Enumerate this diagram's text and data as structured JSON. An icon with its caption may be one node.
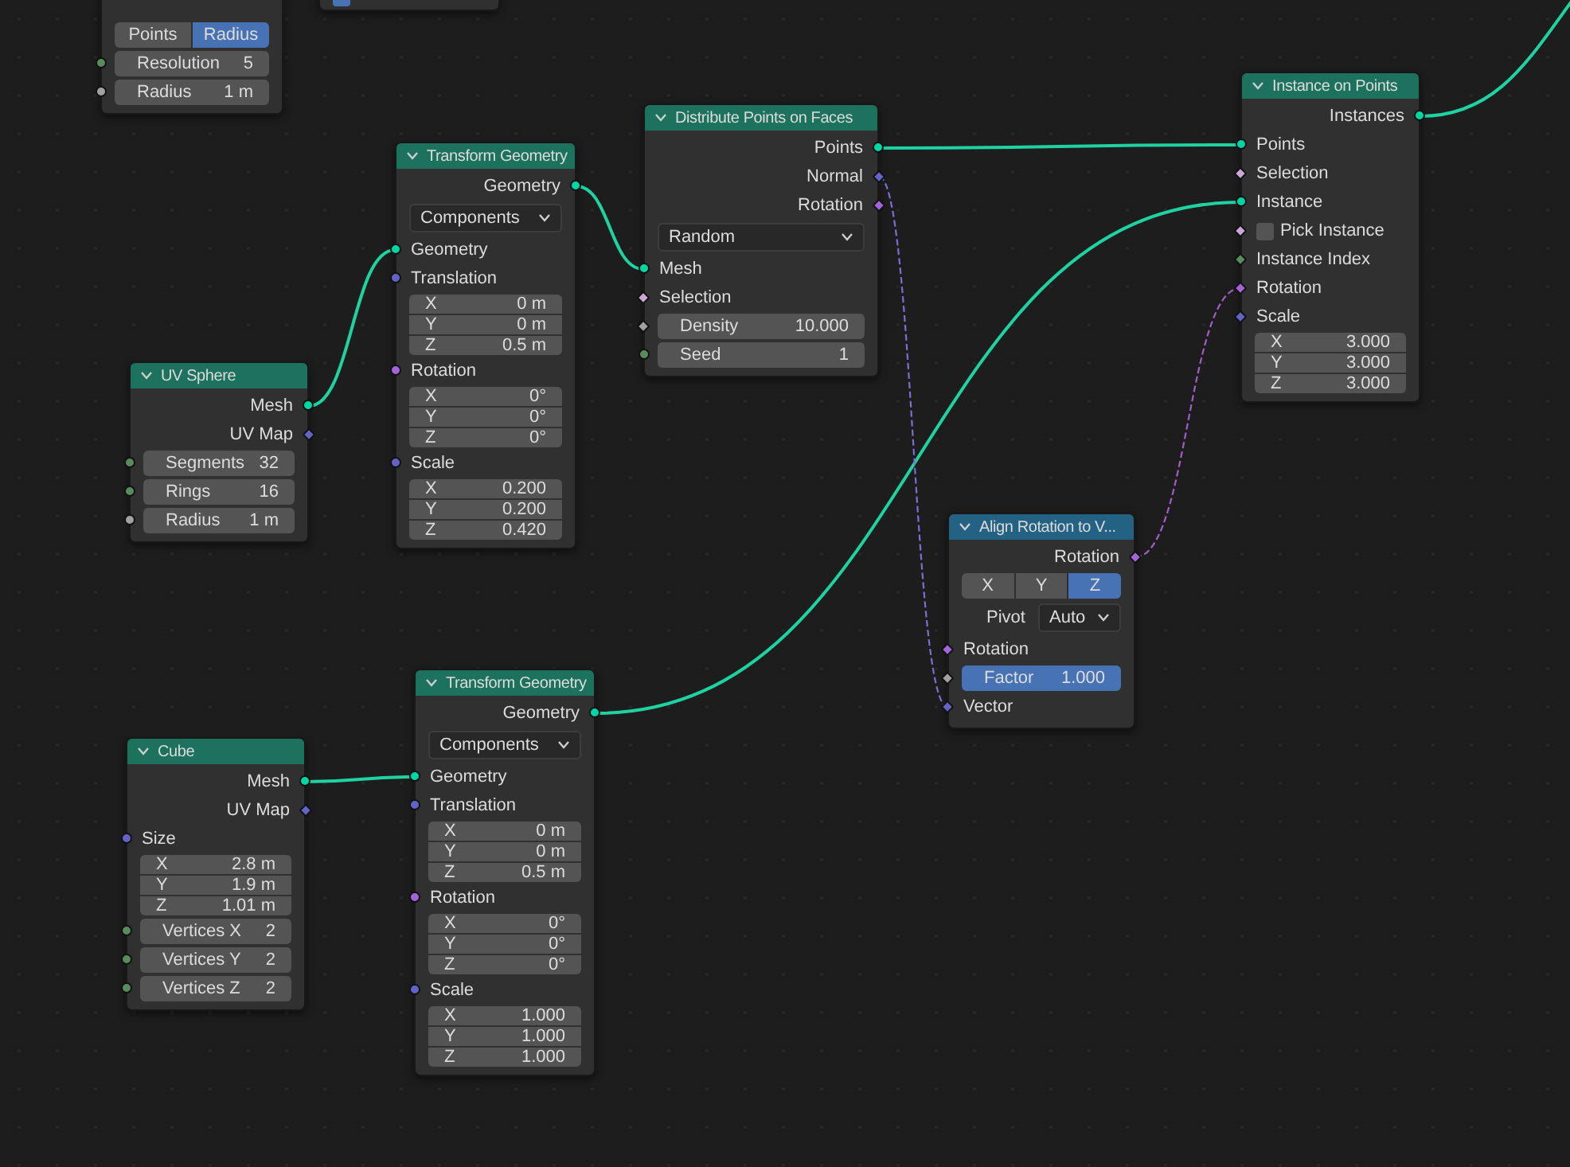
{
  "diagram": {
    "nodes": [
      {
        "text": [
          "Points",
          "Radius",
          "Resolution",
          "5",
          "Radius",
          "1 m"
        ]
      },
      {
        "text": [],
        "shape": "box"
      },
      {
        "text": [
          "Transform Geometry",
          "Geometry",
          "Components",
          "Geometry",
          "Translation",
          "X",
          "0 m",
          "Y",
          "0 m",
          "Z",
          "0.5 m",
          "Rotation",
          "X",
          "0°",
          "Y",
          "0°",
          "Z",
          "0°",
          "Scale",
          "X",
          "0.200",
          "Y",
          "0.200",
          "Z",
          "0.420"
        ]
      },
      {
        "text": [
          "Distribute Points on Faces",
          "Points",
          "Normal",
          "Rotation",
          "Random",
          "Mesh",
          "Selection",
          "Density",
          "10.000",
          "Seed",
          "1"
        ]
      },
      {
        "text": [
          "Instance on Points",
          "Instances",
          "Points",
          "Selection",
          "Instance",
          "Pick Instance",
          "Instance Index",
          "Rotation",
          "Scale",
          "X",
          "3.000",
          "Y",
          "3.000",
          "Z",
          "3.000"
        ]
      },
      {
        "text": [
          "UV Sphere",
          "Mesh",
          "UV Map",
          "Segments",
          "32",
          "Rings",
          "16",
          "Radius",
          "1 m"
        ]
      },
      {
        "text": [
          "Align Rotation to V...",
          "Rotation",
          "X",
          "Y",
          "Z",
          "Pivot",
          "Auto",
          "Rotation",
          "Factor",
          "1.000",
          "Vector"
        ]
      },
      {
        "text": [
          "Transform Geometry",
          "Geometry",
          "Components",
          "Geometry",
          "Translation",
          "X",
          "0 m",
          "Y",
          "0 m",
          "Z",
          "0.5 m",
          "Rotation",
          "X",
          "0°",
          "Y",
          "0°",
          "Z",
          "0°",
          "Scale",
          "X",
          "1.000",
          "Y",
          "1.000",
          "Z",
          "1.000"
        ]
      },
      {
        "text": [
          "Cube",
          "Mesh",
          "UV Map",
          "Size",
          "X",
          "2.8 m",
          "Y",
          "1.9 m",
          "Z",
          "1.01 m",
          "Vertices X",
          "2",
          "Vertices Y",
          "2",
          "Vertices Z",
          "2"
        ]
      }
    ],
    "edges": [
      {
        "from": 5,
        "to": 2,
        "arrow": "none"
      },
      {
        "from": 2,
        "to": 3,
        "arrow": "none"
      },
      {
        "from": 3,
        "to": 4,
        "arrow": "none"
      },
      {
        "from": 7,
        "to": 4,
        "arrow": "none"
      },
      {
        "from": 8,
        "to": 7,
        "arrow": "none"
      },
      {
        "from": 3,
        "to": 6,
        "arrow": "none",
        "style": "dashed",
        "color": "#7a6fd6"
      },
      {
        "from": 6,
        "to": 4,
        "arrow": "none",
        "style": "dashed",
        "color": "#a35cc8"
      },
      {
        "from": 4,
        "to": null,
        "arrow": "none"
      }
    ]
  }
}
